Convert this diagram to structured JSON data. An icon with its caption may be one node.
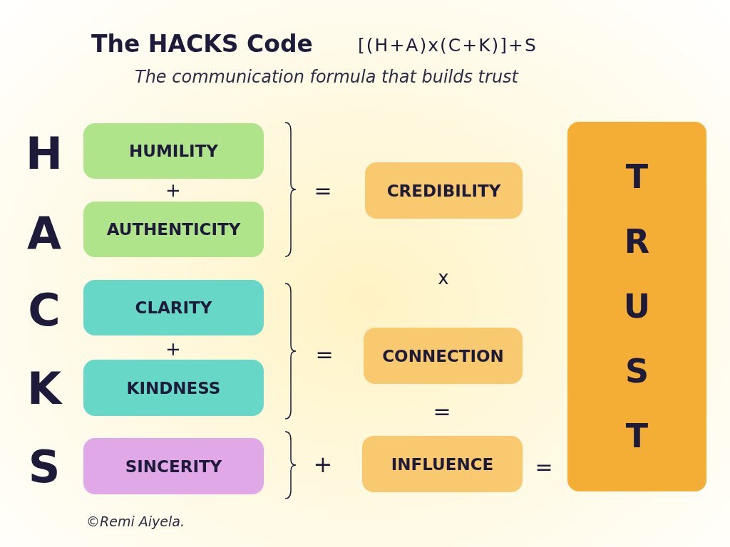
{
  "diagram": {
    "title": "The HACKS Code",
    "nodes": [
      {
        "text": [
          "HUMILITY"
        ]
      },
      {
        "text": [
          "AUTHENTICITY"
        ]
      },
      {
        "text": [
          "CLARITY"
        ]
      },
      {
        "text": [
          "KINDNESS"
        ]
      },
      {
        "text": [
          "SINCERITY"
        ]
      },
      {
        "text": [
          "CREDIBILITY"
        ]
      },
      {
        "text": [
          "CONNECTION"
        ]
      },
      {
        "text": [
          "INFLUENCE"
        ]
      },
      {
        "text": [
          "TRUST"
        ]
      }
    ],
    "labels": [
      "[(H+A)x(C+K)]+S",
      "The communication formula that builds trust",
      "H",
      "+",
      "=",
      "A",
      "x",
      "C",
      "+",
      "=",
      "K",
      "=",
      "S",
      "+",
      "=",
      "©Remi Aiyela."
    ]
  }
}
